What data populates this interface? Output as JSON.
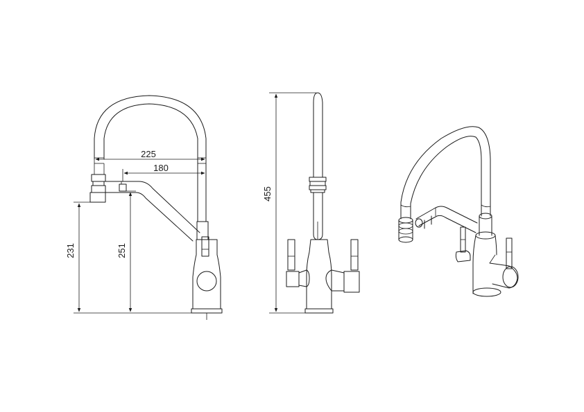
{
  "dimensions": {
    "spout_reach_outer": "225",
    "spout_reach_inner": "180",
    "height_to_pullout": "231",
    "height_to_spout": "251",
    "total_height": "455"
  },
  "stroke_color": "#1a1a1a",
  "background_color": "#ffffff"
}
